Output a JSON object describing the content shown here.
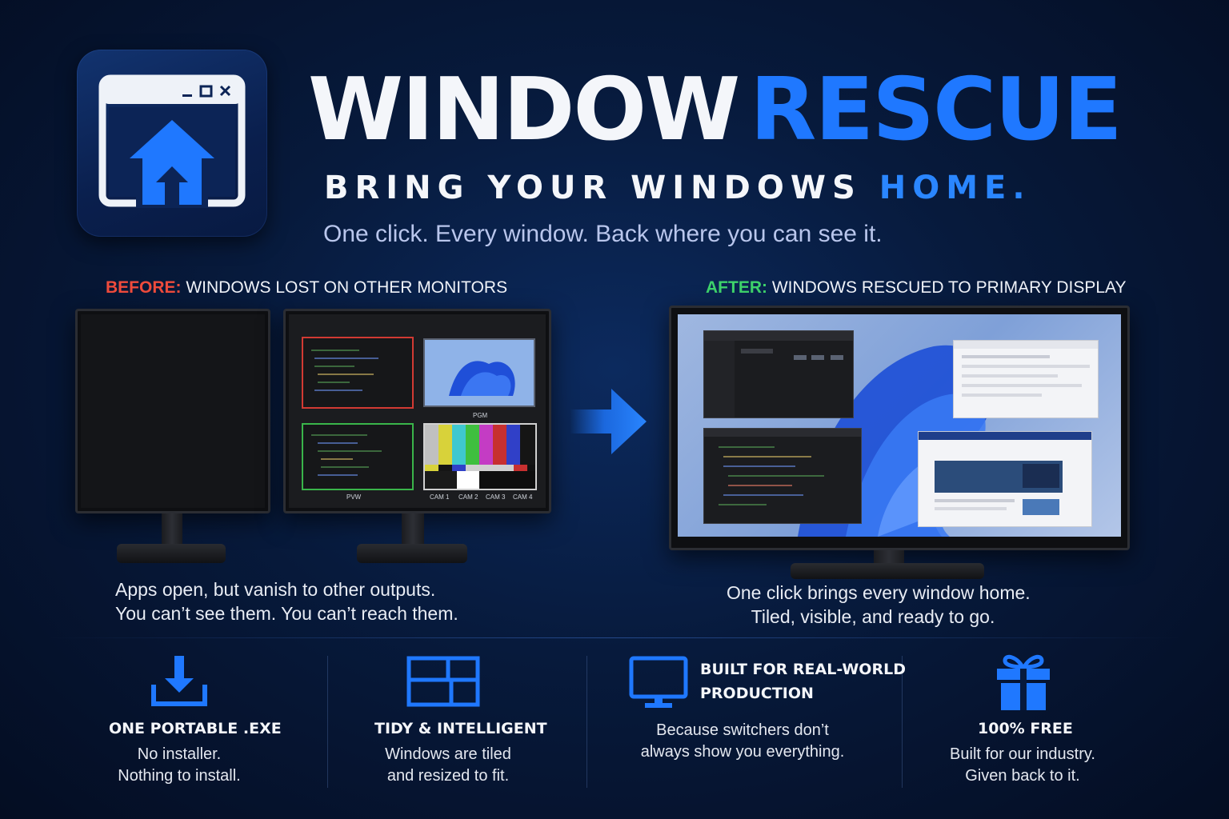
{
  "header": {
    "title_part1": "WINDOW",
    "title_part2": "RESCUE",
    "tagline_part1": "BRING YOUR WINDOWS",
    "tagline_part2": "HOME.",
    "subtitle": "One click. Every window. Back where you can see it."
  },
  "before": {
    "label_prefix": "BEFORE:",
    "label_text": "WINDOWS LOST ON OTHER MONITORS",
    "pgm_label": "PGM",
    "pvw_label": "PVW",
    "cams": [
      "CAM 1",
      "CAM 2",
      "CAM 3",
      "CAM 4"
    ],
    "caption_line1": "Apps open, but vanish to other outputs.",
    "caption_line2": "You can’t see them. You can’t reach them."
  },
  "after": {
    "label_prefix": "AFTER:",
    "label_text": "WINDOWS RESCUED TO PRIMARY DISPLAY",
    "caption_line1": "One click brings every window home.",
    "caption_line2": "Tiled, visible, and ready to go."
  },
  "features": [
    {
      "icon": "download-icon",
      "title": "ONE PORTABLE .EXE",
      "line1": "No installer.",
      "line2": "Nothing to install."
    },
    {
      "icon": "tiles-icon",
      "title": "TIDY & INTELLIGENT",
      "line1": "Windows are tiled",
      "line2": "and resized to fit."
    },
    {
      "icon": "monitor-icon",
      "title_line1": "BUILT FOR REAL-WORLD",
      "title_line2": "PRODUCTION",
      "line1": "Because switchers don’t",
      "line2": "always show you everything."
    },
    {
      "icon": "gift-icon",
      "title": "100% FREE",
      "line1": "Built for our industry.",
      "line2": "Given back to it."
    }
  ],
  "colors": {
    "accent_blue": "#1f78ff",
    "before_red": "#ef4b3c",
    "after_green": "#3ed36b",
    "background": "#071a3c"
  }
}
